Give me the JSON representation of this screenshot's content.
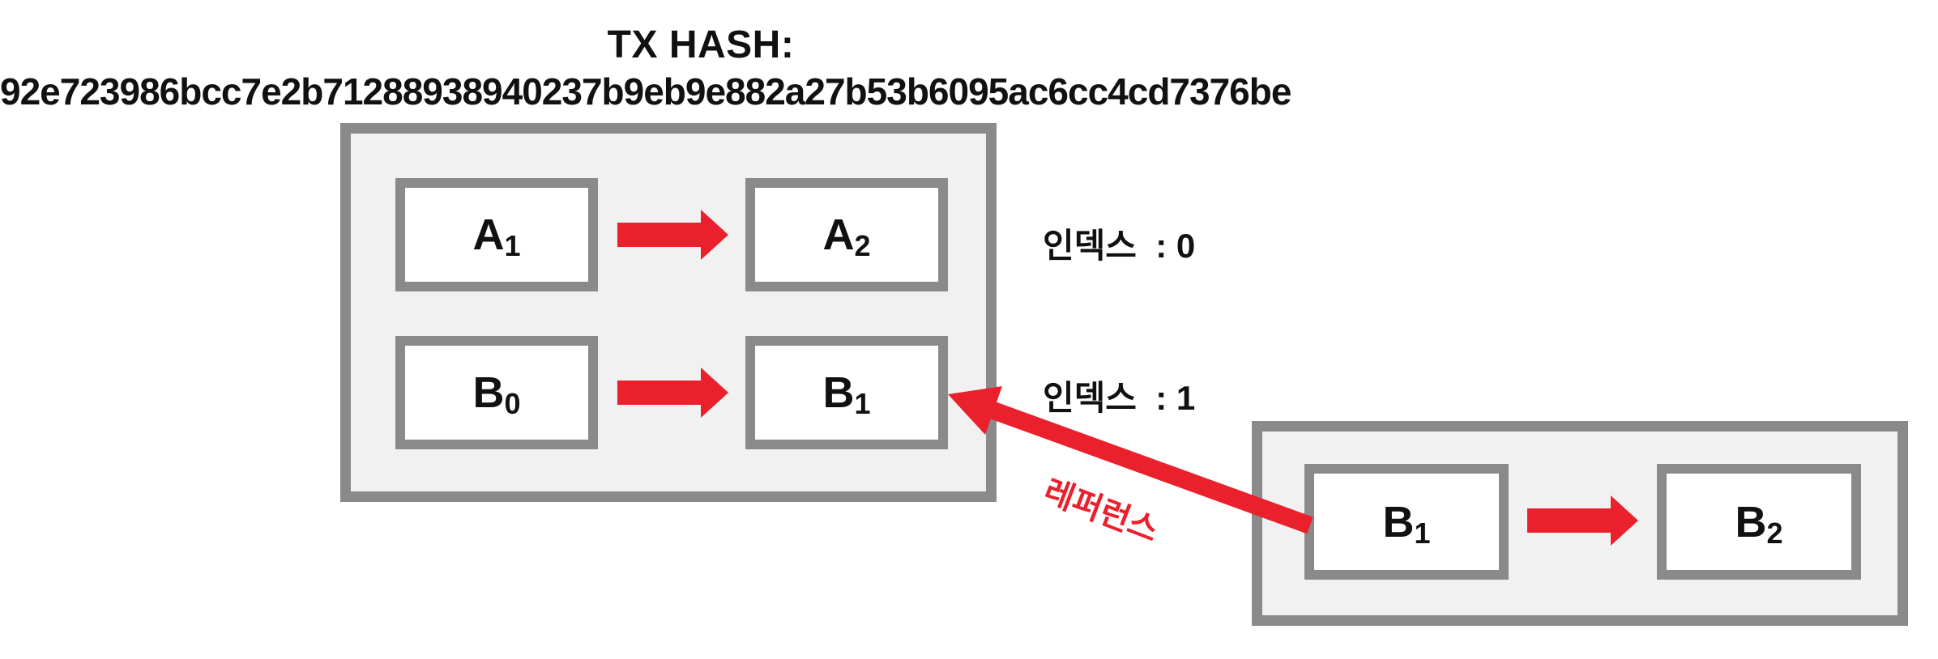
{
  "title": "TX HASH:",
  "hash": "92e723986bcc7e2b71288938940237b9eb9e882a27b53b6095ac6cc4cd7376be",
  "colors": {
    "red": "#EA212C",
    "gray": "#8A8A8A",
    "fill": "#F1F1F2"
  },
  "tx_box": {
    "rows": [
      {
        "left": {
          "base": "A",
          "sub": "1"
        },
        "right": {
          "base": "A",
          "sub": "2"
        },
        "index_label": "인덱스  : 0"
      },
      {
        "left": {
          "base": "B",
          "sub": "0"
        },
        "right": {
          "base": "B",
          "sub": "1"
        },
        "index_label": "인덱스  : 1"
      }
    ]
  },
  "ref_box": {
    "left": {
      "base": "B",
      "sub": "1"
    },
    "right": {
      "base": "B",
      "sub": "2"
    }
  },
  "reference_label": "레퍼런스"
}
